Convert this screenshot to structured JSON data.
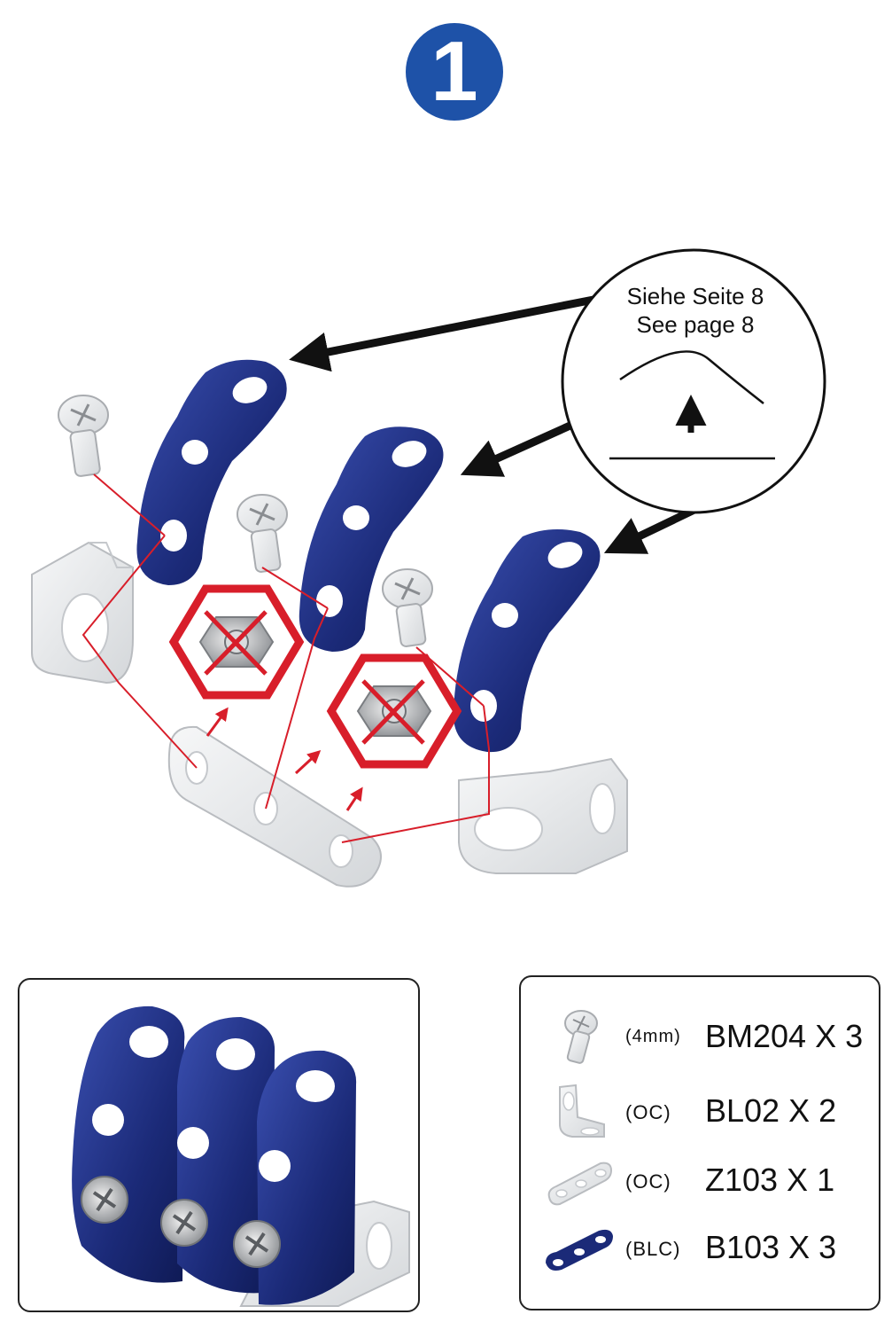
{
  "step": {
    "number": "1"
  },
  "callout": {
    "line1": "Siehe Seite 8",
    "line2": "See page 8"
  },
  "parts": [
    {
      "icon": "screw-icon",
      "code": "(4mm)",
      "label": "BM204 X 3"
    },
    {
      "icon": "angle-bracket-icon",
      "code": "(OC)",
      "label": "BL02 X 2"
    },
    {
      "icon": "flat-strip-icon",
      "code": "(OC)",
      "label": "Z103 X 1"
    },
    {
      "icon": "curved-strip-icon",
      "code": "(BLC)",
      "label": "B103 X 3"
    }
  ],
  "colors": {
    "badge": "#1e52a8",
    "strip_blue": "#1b2a78",
    "silver": "#e6e8ea",
    "guide_red": "#d81e2a"
  }
}
